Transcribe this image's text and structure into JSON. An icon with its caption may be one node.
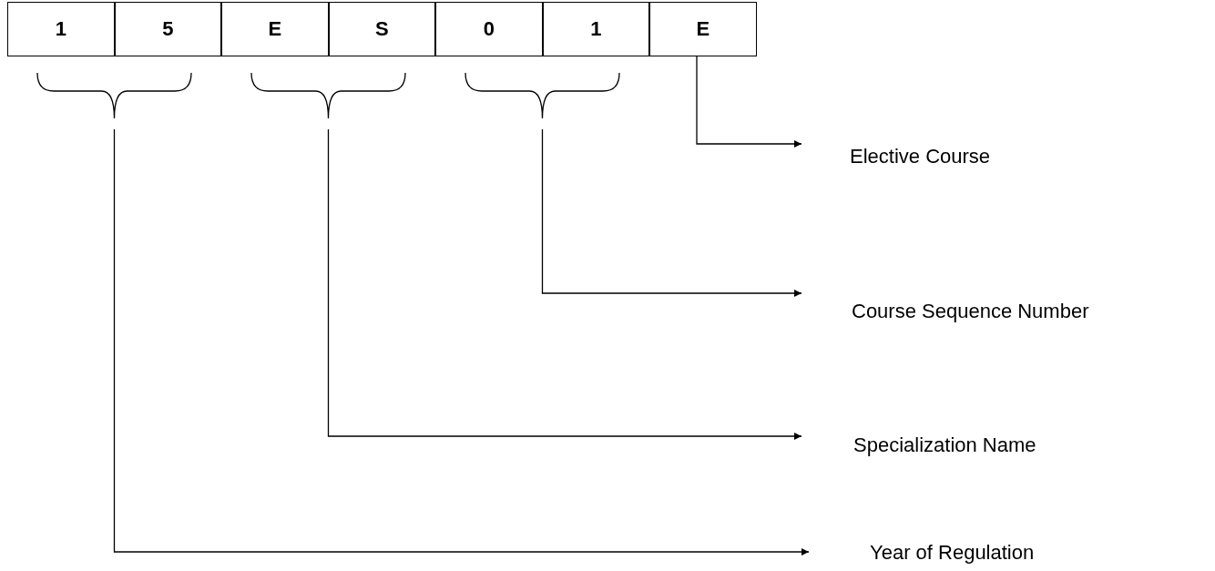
{
  "diagram": {
    "nodes": [
      {
        "text": [
          "1"
        ]
      },
      {
        "text": [
          "5"
        ]
      },
      {
        "text": [
          "E"
        ]
      },
      {
        "text": [
          "S"
        ]
      },
      {
        "text": [
          "0"
        ]
      },
      {
        "text": [
          "1"
        ]
      },
      {
        "text": [
          "E"
        ]
      },
      {
        "text": [
          "Elective Course"
        ]
      },
      {
        "text": [
          "Course Sequence Number"
        ]
      },
      {
        "text": [
          "Specialization Name"
        ]
      },
      {
        "text": [
          "Year of Regulation"
        ]
      }
    ],
    "edges": [
      {
        "from": 6,
        "to": 7,
        "arrow": "to"
      },
      {
        "from": 4,
        "to": 8,
        "arrow": "to"
      },
      {
        "from": 5,
        "to": 8,
        "arrow": "to"
      },
      {
        "from": 2,
        "to": 9,
        "arrow": "to"
      },
      {
        "from": 3,
        "to": 9,
        "arrow": "to"
      },
      {
        "from": 0,
        "to": 10,
        "arrow": "to"
      },
      {
        "from": 1,
        "to": 10,
        "arrow": "to"
      }
    ]
  }
}
